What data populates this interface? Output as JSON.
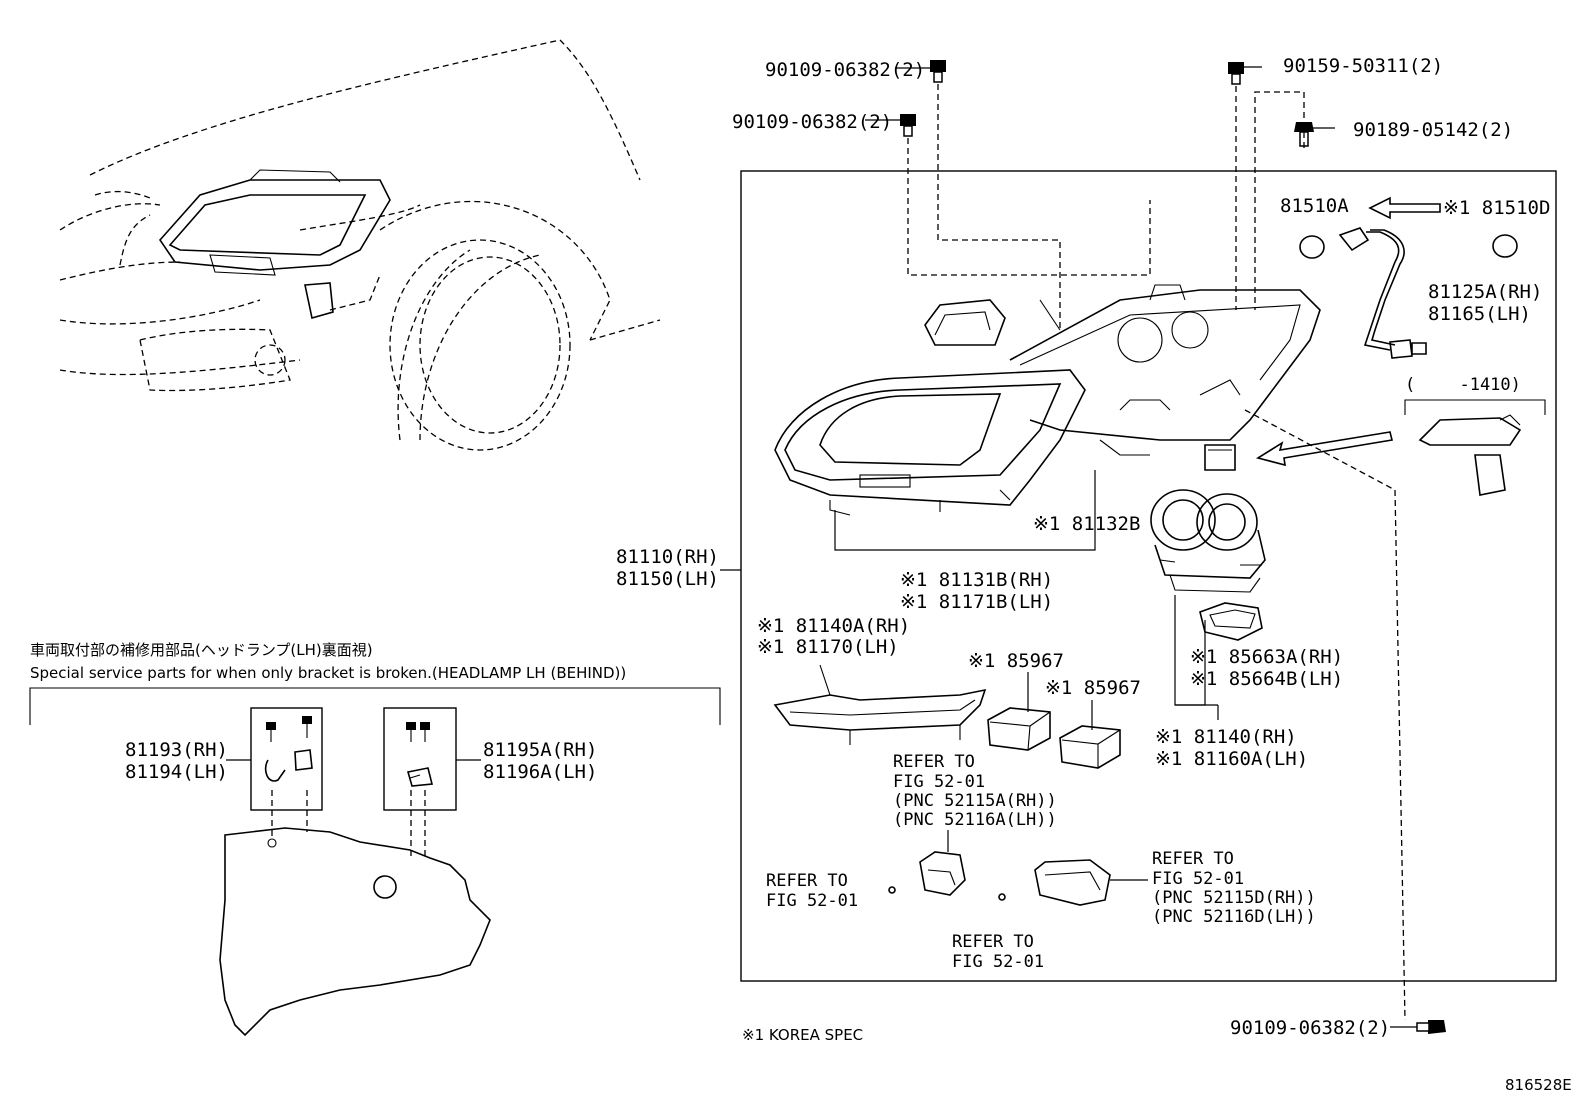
{
  "labels": {
    "p90109_top1": "90109-06382(2)",
    "p90109_top2": "90109-06382(2)",
    "p90159": "90159-50311(2)",
    "p90189": "90189-05142(2)",
    "p81510A": "81510A",
    "p81510D": "※1 81510D",
    "p81125A": "81125A(RH)",
    "p81165": "81165(LH)",
    "p1410": "(　　 -1410)",
    "p81132B": "※1 81132B",
    "p81110": "81110(RH)",
    "p81150": "81150(LH)",
    "p81131B": "※1 81131B(RH)",
    "p81171B": "※1 81171B(LH)",
    "p81140A": "※1 81140A(RH)",
    "p81170": "※1 81170(LH)",
    "p85967a": "※1 85967",
    "p85967b": "※1 85967",
    "p85663A": "※1 85663A(RH)",
    "p85664B": "※1 85664B(LH)",
    "p81140": "※1 81140(RH)",
    "p81160A": "※1 81160A(LH)",
    "ref1_1": "REFER TO",
    "ref1_2": "FIG 52-01",
    "ref1_3": "(PNC 52115A(RH))",
    "ref1_4": "(PNC 52116A(LH))",
    "ref2_1": "REFER TO",
    "ref2_2": "FIG 52-01",
    "ref3_1": "REFER TO",
    "ref3_2": "FIG 52-01",
    "ref4_1": "REFER TO",
    "ref4_2": "FIG 52-01",
    "ref4_3": "(PNC 52115D(RH))",
    "ref4_4": "(PNC 52116D(LH))",
    "p90109_bottom": "90109-06382(2)",
    "korea_spec": "※1 KOREA SPEC",
    "diagram_id": "816528E",
    "service_jp": "車両取付部の補修用部品(ヘッドランプ(LH)裏面視)",
    "service_en": "Special service parts for when only bracket is broken.(HEADLAMP LH (BEHIND))",
    "p81193": "81193(RH)",
    "p81194": "81194(LH)",
    "p81195A": "81195A(RH)",
    "p81196A": "81196A(LH)"
  }
}
